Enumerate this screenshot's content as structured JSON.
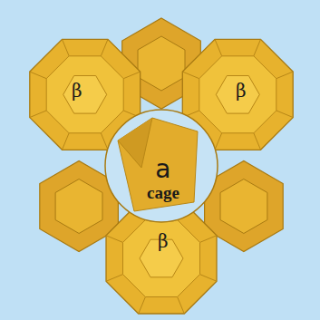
{
  "diagram": {
    "nodes": [
      {
        "text": [
          "β"
        ]
      },
      {
        "text": [
          "β"
        ]
      },
      {
        "text": [
          "a",
          "cage"
        ]
      },
      {
        "text": [
          "β"
        ]
      }
    ]
  }
}
